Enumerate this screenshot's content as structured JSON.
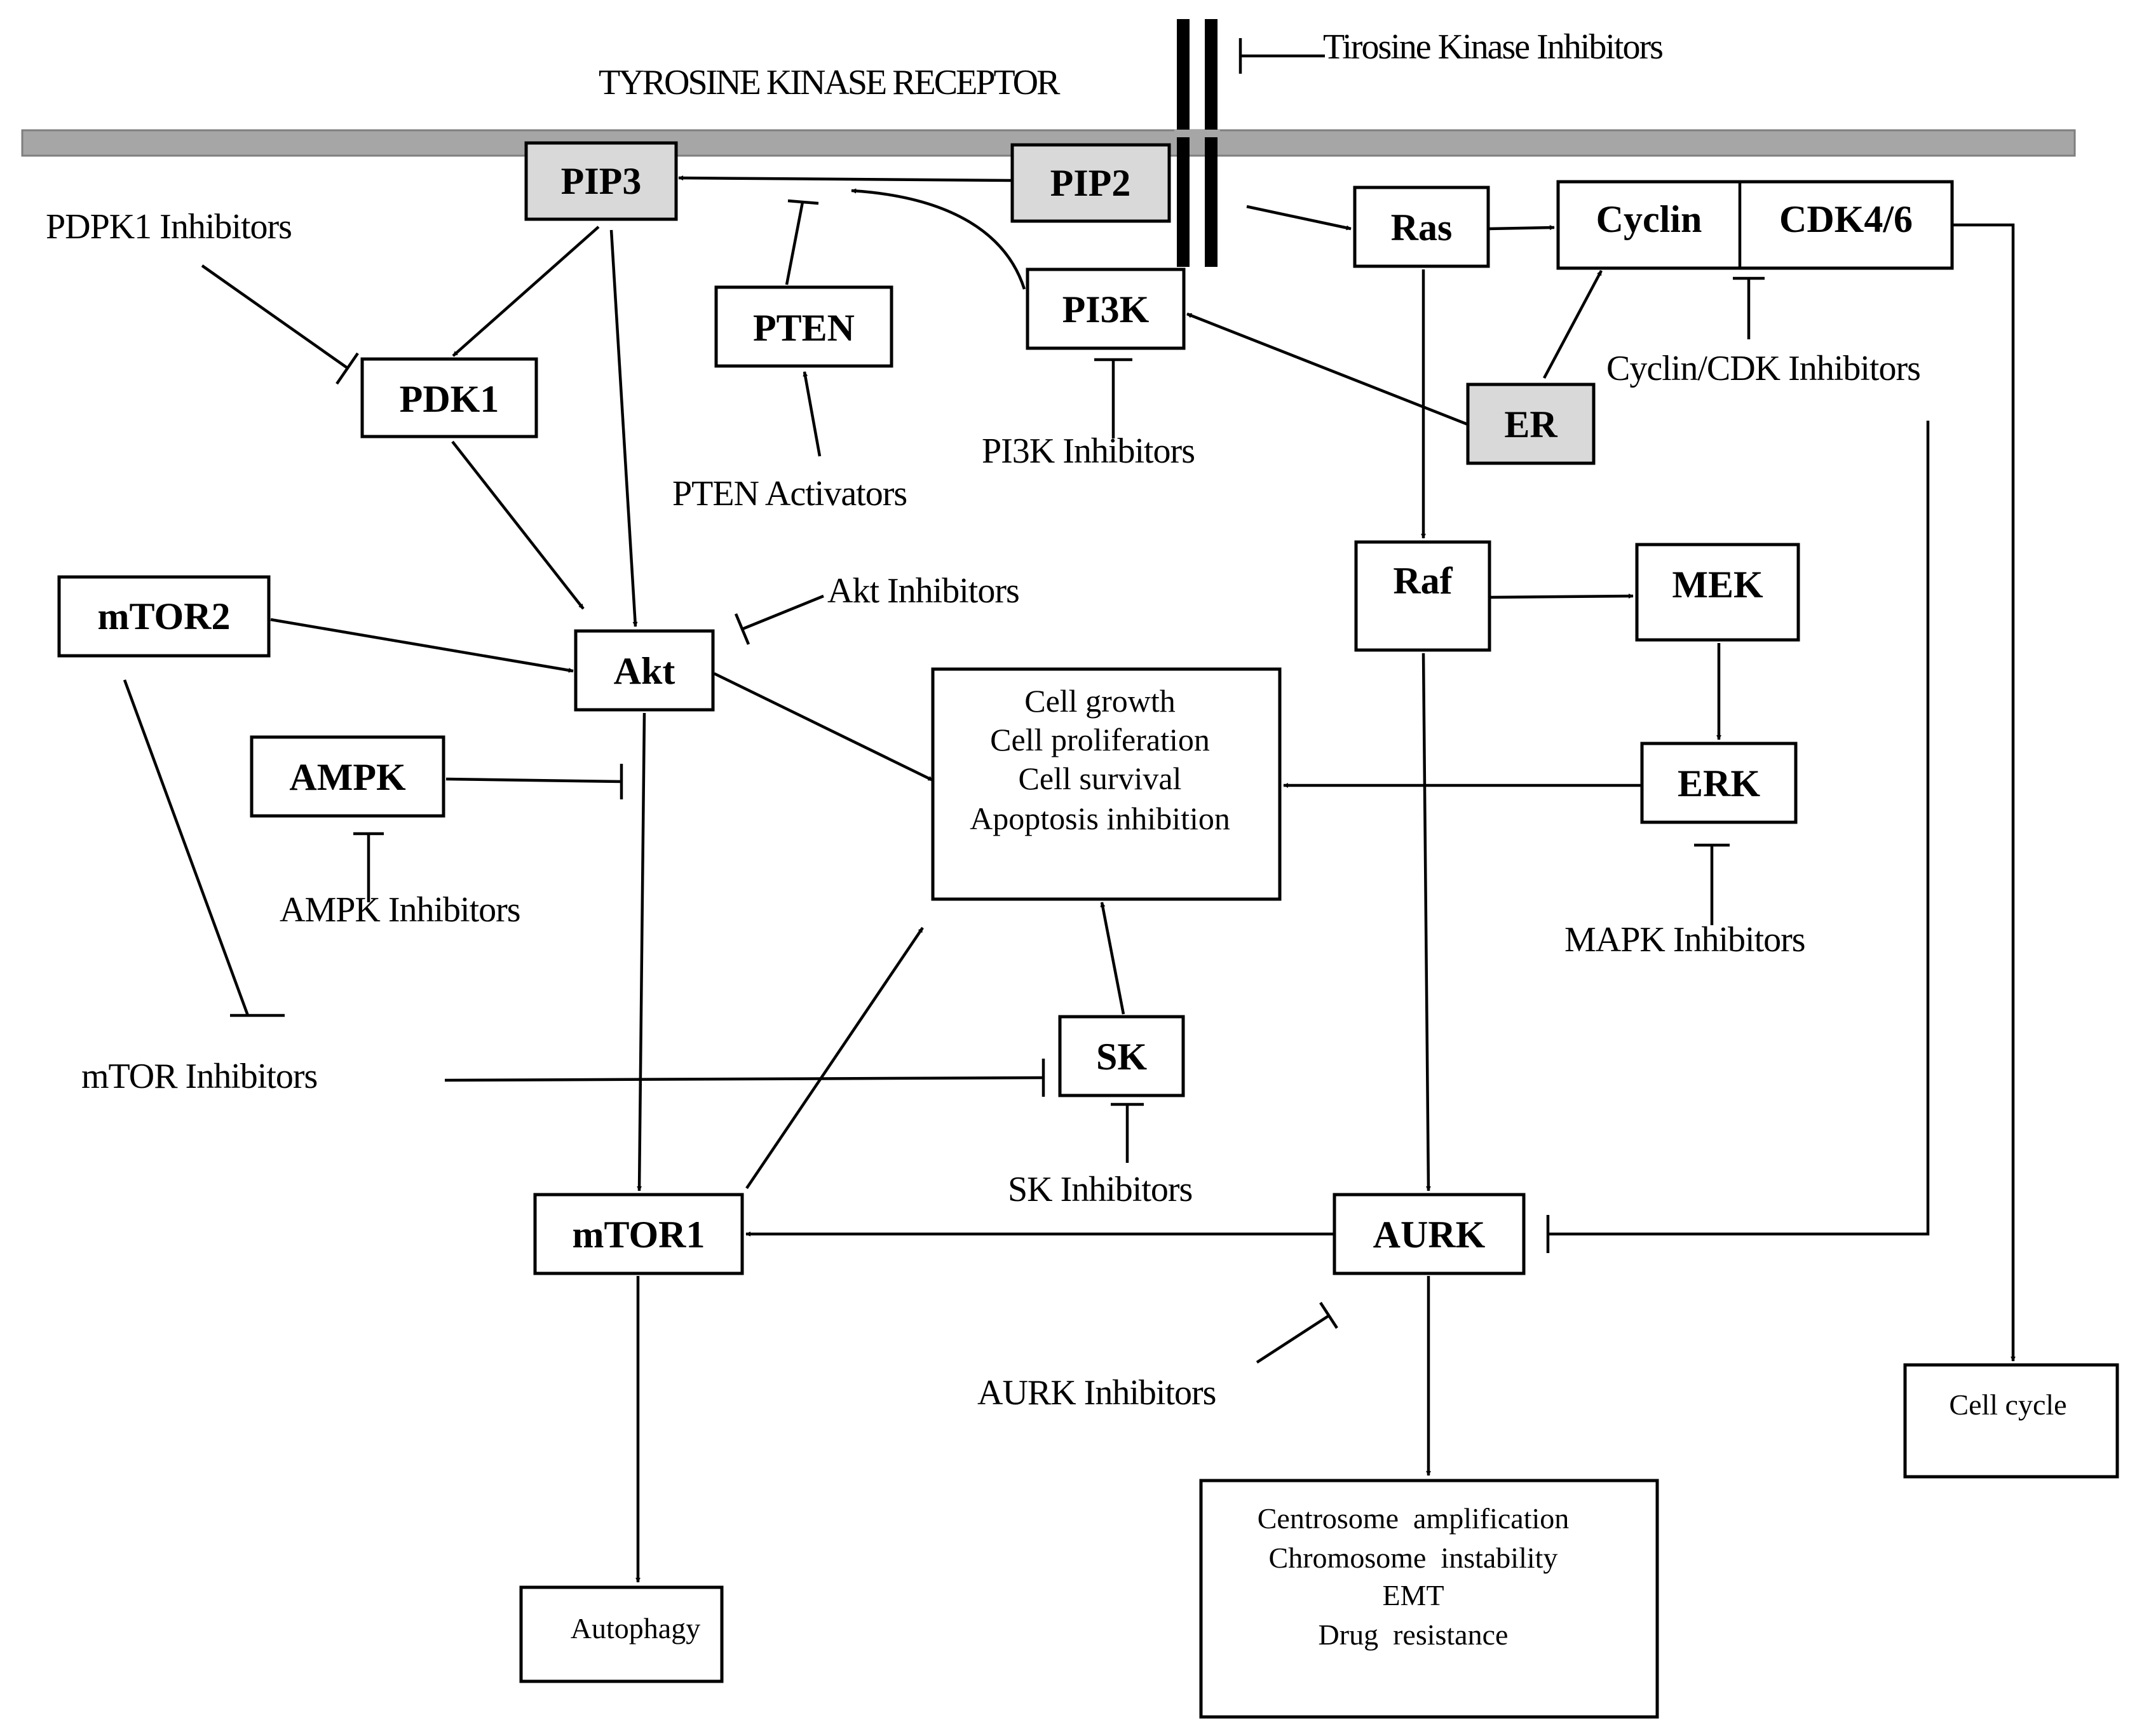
{
  "colors": {
    "stroke": "#000000",
    "background": "#ffffff",
    "shaded_node": "#d9d9d9",
    "membrane": "#a6a6a6"
  },
  "header": {
    "receptor_label": "TYROSINE KINASE RECEPTOR",
    "receptor_inhibitors": "Tirosine Kinase Inhibitors"
  },
  "nodes": {
    "pip3": "PIP3",
    "pip2": "PIP2",
    "pdk1": "PDK1",
    "pten": "PTEN",
    "pi3k": "PI3K",
    "ras": "Ras",
    "cyclin": "Cyclin",
    "cdk46": "CDK4/6",
    "er": "ER",
    "mtor2": "mTOR2",
    "akt": "Akt",
    "ampk": "AMPK",
    "raf": "Raf",
    "mek": "MEK",
    "erk": "ERK",
    "sk": "SK",
    "mtor1": "mTOR1",
    "aurk": "AURK"
  },
  "outcomes": {
    "cell_growth": [
      "Cell growth",
      "Cell proliferation",
      "Cell survival",
      "Apoptosis inhibition"
    ],
    "cell_cycle": "Cell cycle",
    "autophagy": "Autophagy",
    "aurk_effects": [
      "Centrosome  amplification",
      "Chromosome  instability",
      "EMT",
      "Drug  resistance"
    ]
  },
  "inhibitors": {
    "pdpk1": "PDPK1 Inhibitors",
    "pten_activators": "PTEN Activators",
    "pi3k": "PI3K Inhibitors",
    "cyclin_cdk": "Cyclin/CDK Inhibitors",
    "akt": "Akt Inhibitors",
    "ampk": "AMPK Inhibitors",
    "mapk": "MAPK Inhibitors",
    "mtor": "mTOR Inhibitors",
    "sk": "SK Inhibitors",
    "aurk": "AURK Inhibitors"
  }
}
